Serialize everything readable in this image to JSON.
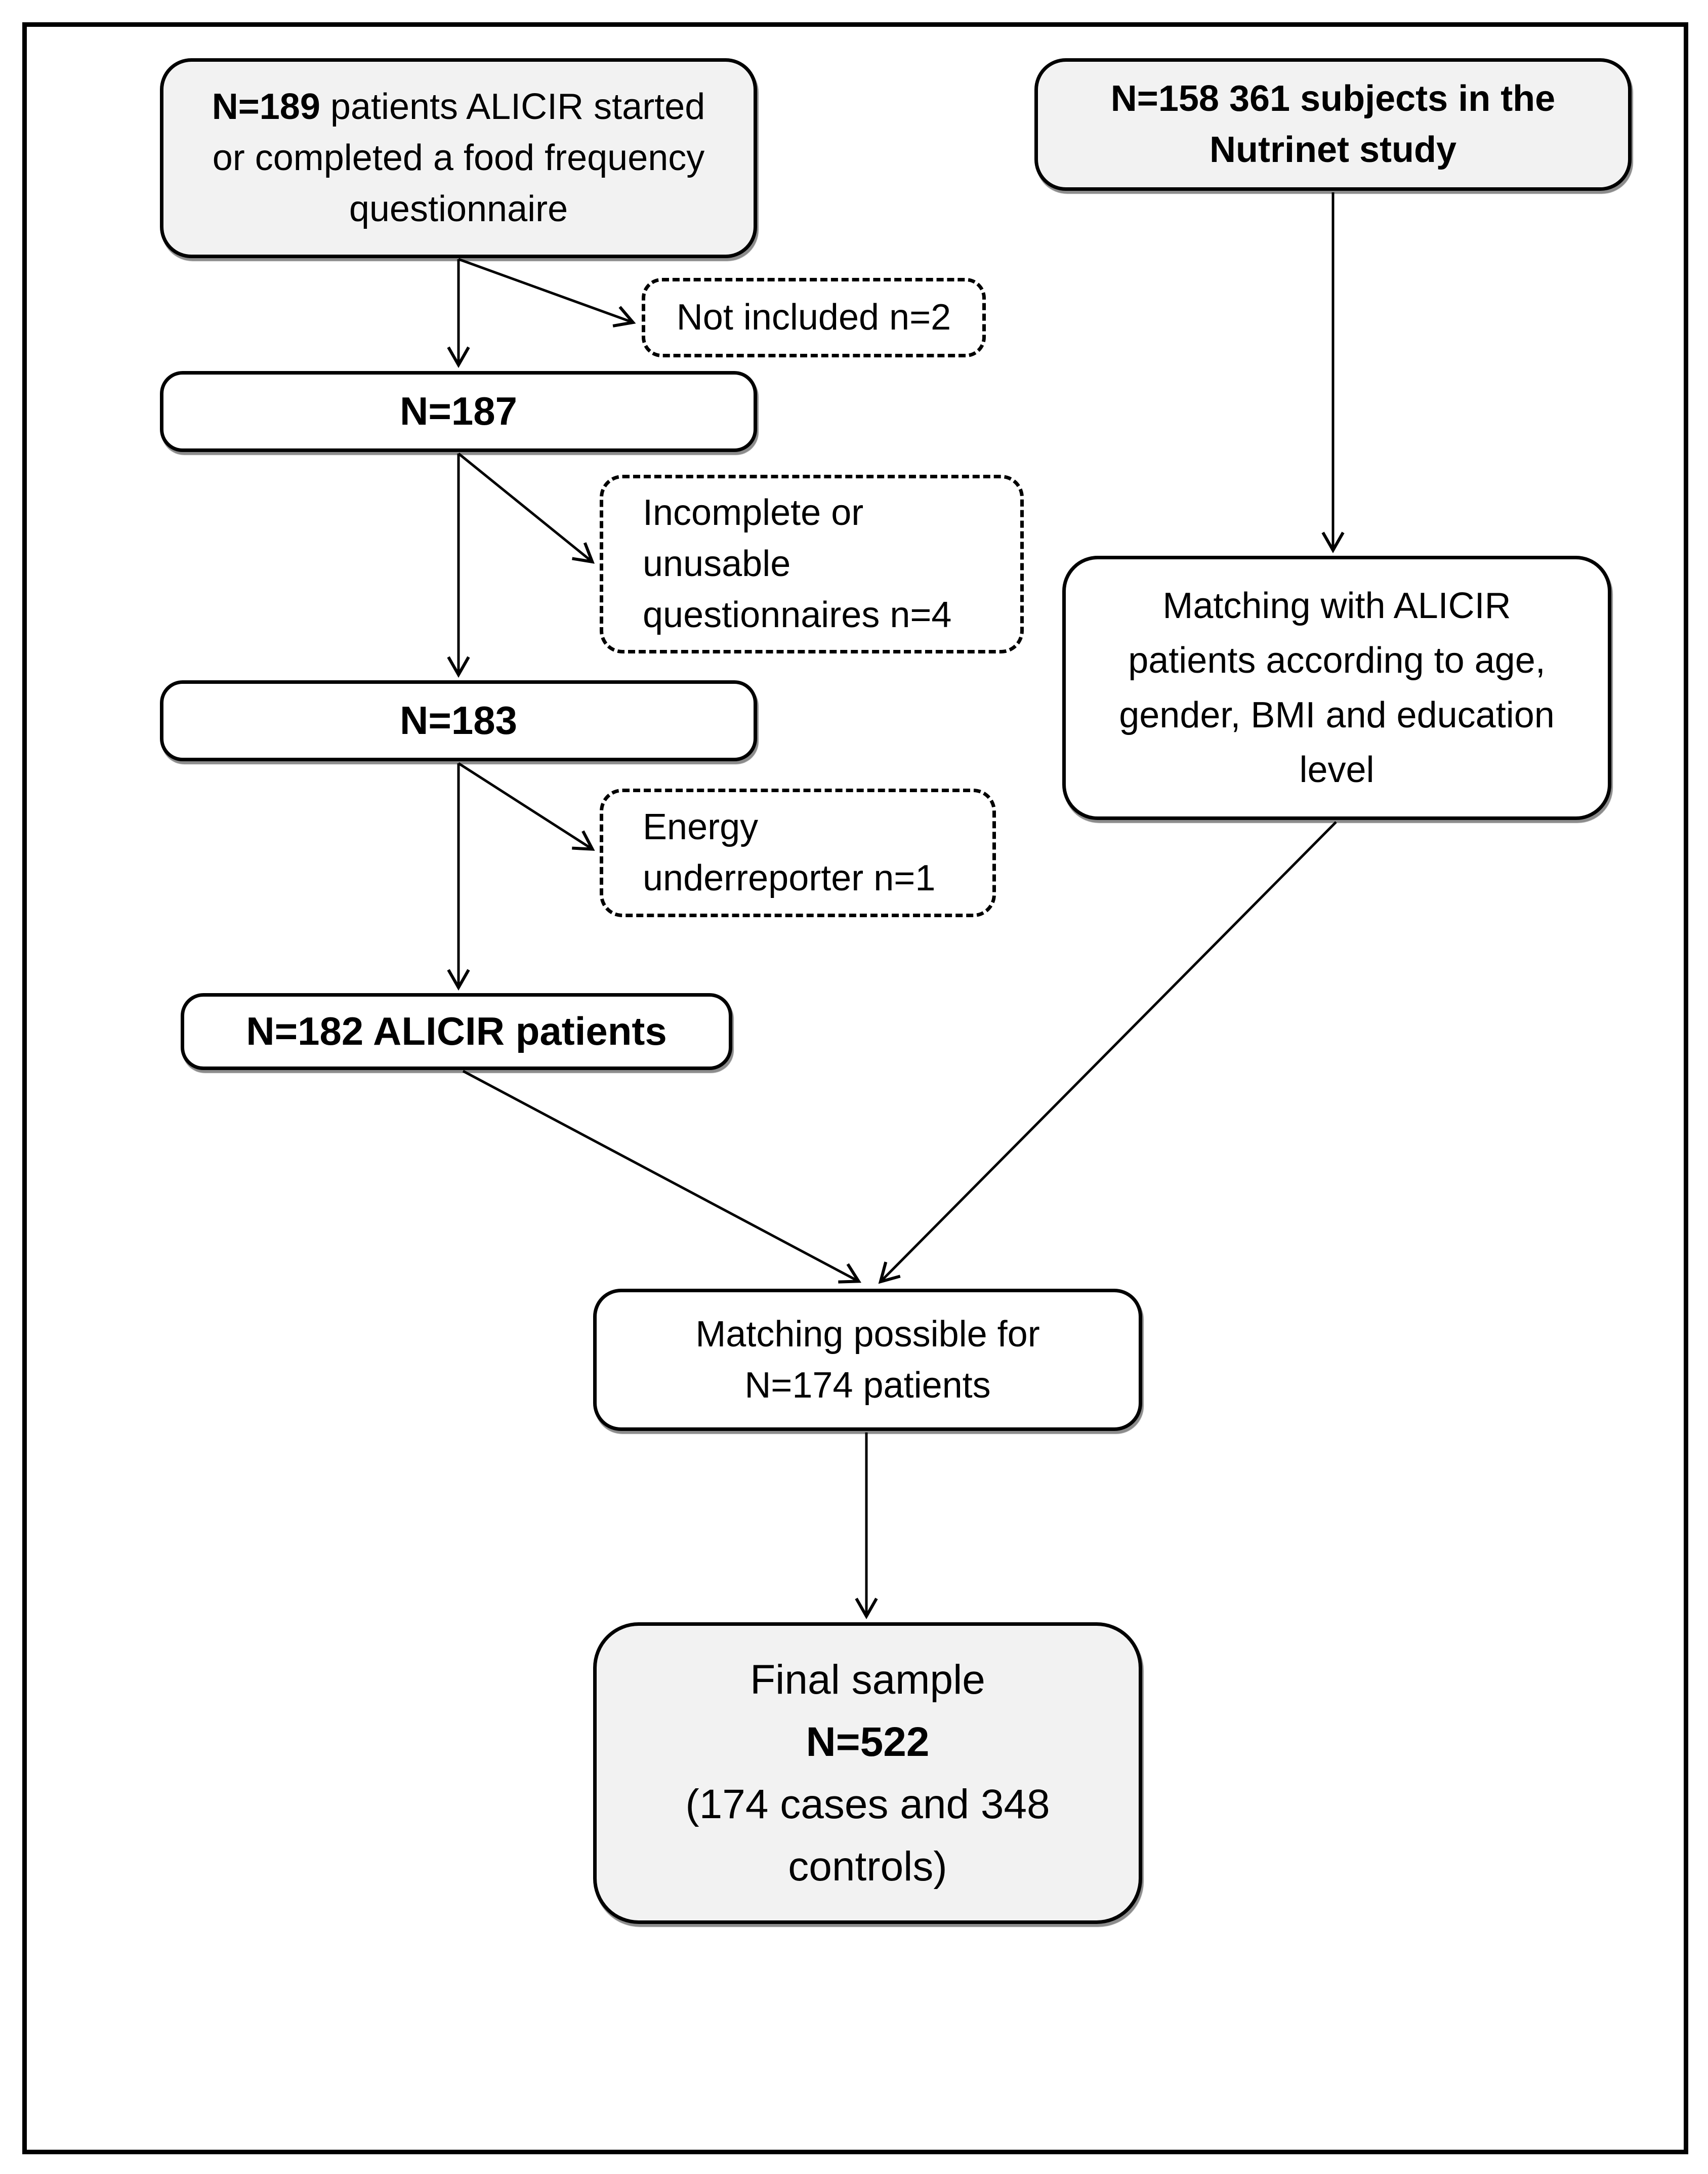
{
  "figure": {
    "type": "flowchart",
    "colors": {
      "fill_gray": "#f2f2f2",
      "fill_white": "#ffffff",
      "line": "#000000",
      "background": "#ffffff"
    },
    "boxes": {
      "alicir_start": {
        "n_bold": "N=189",
        "line1_rest": " patients ALICIR started",
        "line2": "or completed a food frequency",
        "line3": "questionnaire"
      },
      "nutrinet": {
        "line1": "N=158 361 subjects in the",
        "line2": "Nutrinet study"
      },
      "not_included": {
        "text": "Not included n=2"
      },
      "n187": {
        "text": "N=187"
      },
      "incomplete": {
        "line1": "Incomplete or",
        "line2": "unusable",
        "line3": "questionnaires n=4"
      },
      "n183": {
        "text": "N=183"
      },
      "energy": {
        "line1": "Energy",
        "line2": "underreporter n=1"
      },
      "n182": {
        "text": "N=182 ALICIR patients"
      },
      "matching": {
        "line1": "Matching  with ALICIR",
        "line2": "patients according to age,",
        "line3": "gender, BMI and education",
        "line4": "level"
      },
      "matching_possible": {
        "line1": "Matching  possible for",
        "line2": "N=174 patients"
      },
      "final": {
        "line1": "Final sample",
        "line2": "N=522",
        "line3": "(174 cases and 348",
        "line4": "controls)"
      }
    }
  }
}
